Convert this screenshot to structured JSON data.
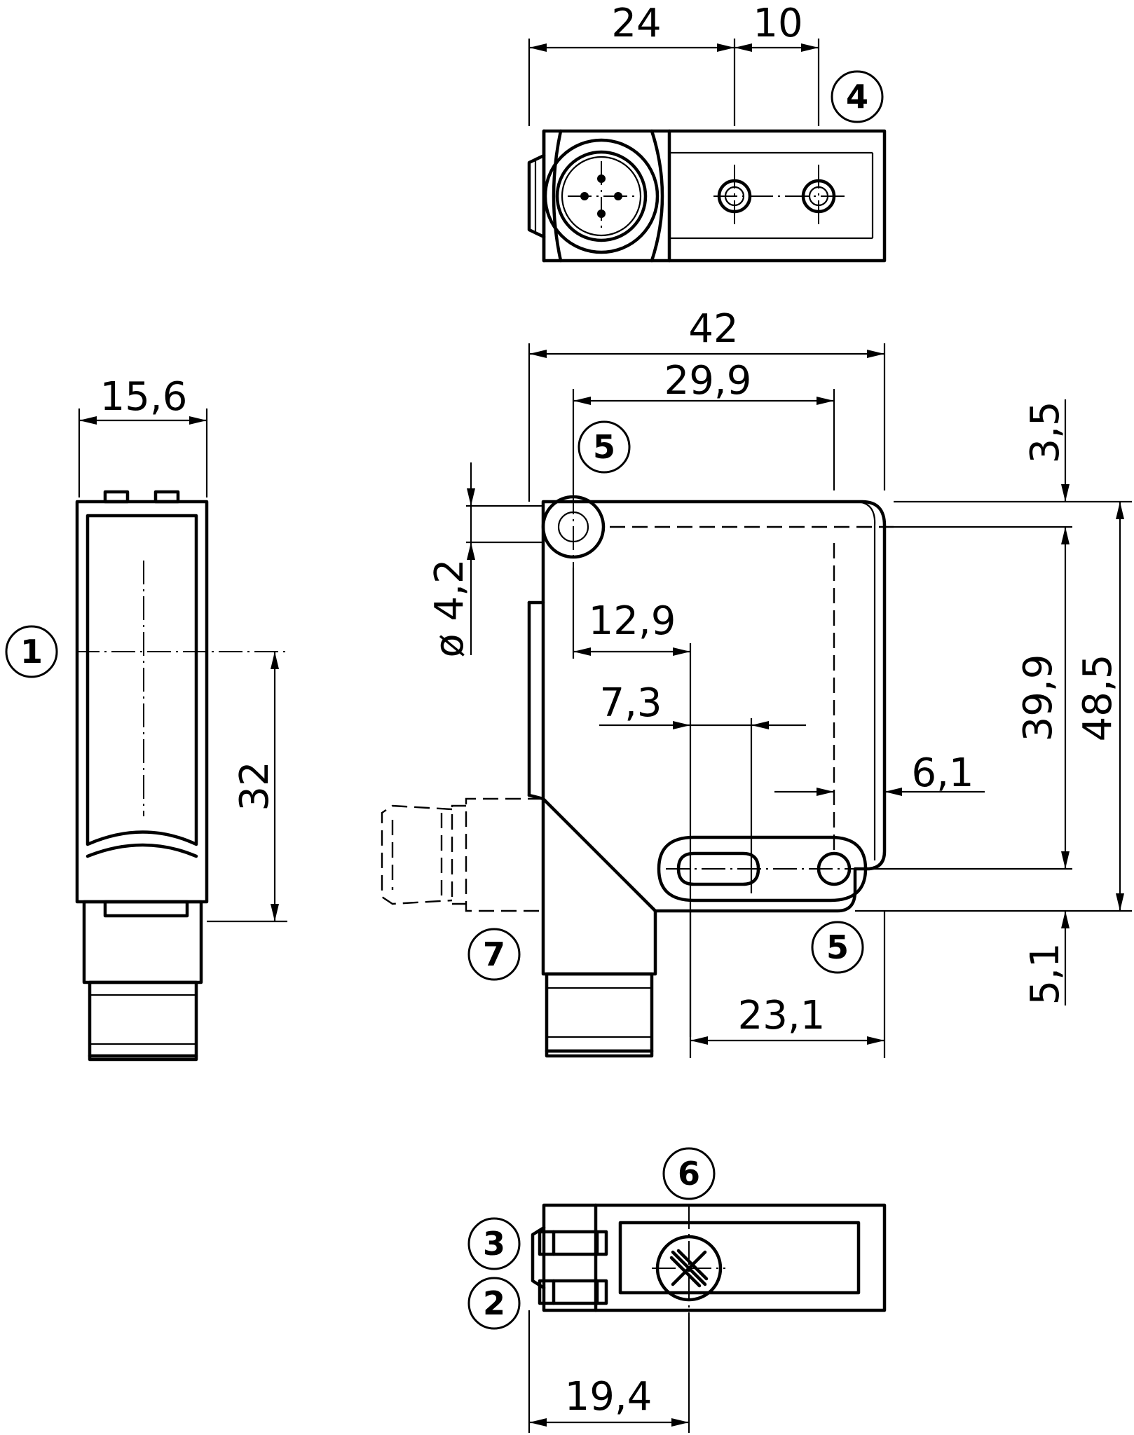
{
  "dimensions": {
    "top_view_left": "24",
    "top_view_right": "10",
    "width_total": "42",
    "hole_spacing": "29,9",
    "side_width": "15,6",
    "optical_axis_height": "32",
    "hole_diameter": "ø 4,2",
    "slot_offset": "12,9",
    "slot_length": "7,3",
    "edge_offset": "6,1",
    "hole_to_hole_vertical": "39,9",
    "height_total": "48,5",
    "top_offset": "3,5",
    "bottom_offset": "5,1",
    "lower_offset": "23,1",
    "bottom_view_width": "19,4"
  },
  "callouts": {
    "c1": "1",
    "c2": "2",
    "c3": "3",
    "c4": "4",
    "c5a": "5",
    "c5b": "5",
    "c6": "6",
    "c7": "7"
  }
}
